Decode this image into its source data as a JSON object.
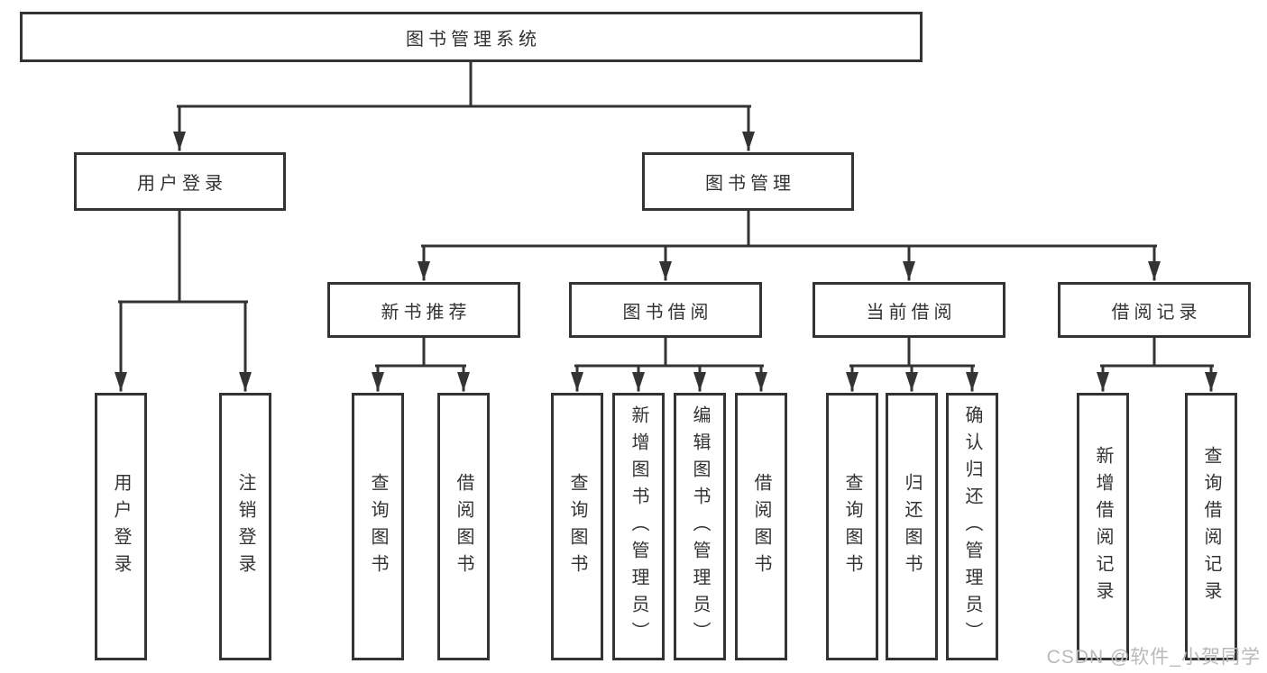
{
  "diagram": {
    "root": {
      "label": "图书管理系统"
    },
    "level2": {
      "user_login": {
        "label": "用户登录"
      },
      "book_mgmt": {
        "label": "图书管理"
      }
    },
    "level3": {
      "new_book_rec": {
        "label": "新书推荐"
      },
      "book_borrow": {
        "label": "图书借阅"
      },
      "current_borrow": {
        "label": "当前借阅"
      },
      "borrow_records": {
        "label": "借阅记录"
      }
    },
    "leaves": {
      "user_login": [
        "用户登录",
        "注销登录"
      ],
      "new_book_rec": [
        "查询图书",
        "借阅图书"
      ],
      "book_borrow": [
        "查询图书",
        "新增图书（管理员）",
        "编辑图书（管理员）",
        "借阅图书"
      ],
      "current_borrow": [
        "查询图书",
        "归还图书",
        "确认归还（管理员）"
      ],
      "borrow_records": [
        "新增借阅记录",
        "查询借阅记录"
      ]
    }
  },
  "watermark": "CSDN @软件_小贺同学",
  "colors": {
    "line": "#333333",
    "text": "#333333",
    "watermark": "#b9b9b9",
    "background": "#ffffff"
  }
}
